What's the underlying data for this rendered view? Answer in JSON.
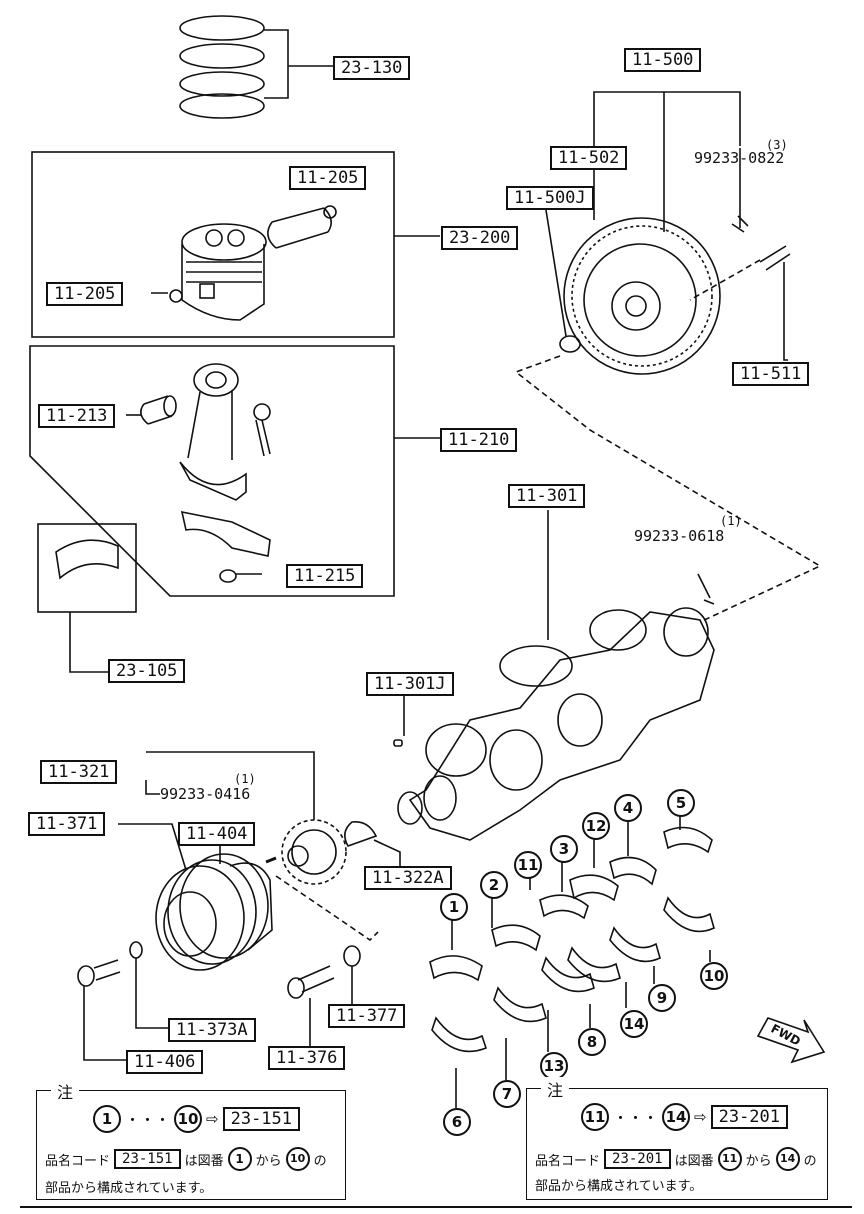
{
  "parts": {
    "p23_130": "23-130",
    "p11_500": "11-500",
    "p11_502": "11-502",
    "p99233_0822": "99233-0822",
    "p99233_0822_qty": "(3)",
    "p11_500j": "11-500J",
    "p11_205a": "11-205",
    "p11_205b": "11-205",
    "p23_200": "23-200",
    "p11_511": "11-511",
    "p11_213": "11-213",
    "p11_210": "11-210",
    "p11_301": "11-301",
    "p99233_0618": "99233-0618",
    "p99233_0618_qty": "(1)",
    "p11_215": "11-215",
    "p23_105": "23-105",
    "p11_301j": "11-301J",
    "p11_321": "11-321",
    "p99233_0416": "99233-0416",
    "p99233_0416_qty": "(1)",
    "p11_371": "11-371",
    "p11_404": "11-404",
    "p11_322a": "11-322A",
    "p11_373a": "11-373A",
    "p11_377": "11-377",
    "p11_376": "11-376",
    "p11_406": "11-406"
  },
  "callouts": [
    "1",
    "2",
    "3",
    "4",
    "5",
    "6",
    "7",
    "8",
    "9",
    "10",
    "11",
    "12",
    "13",
    "14"
  ],
  "fwd": "FWD",
  "notes": {
    "left": {
      "title": "注",
      "from": "1",
      "dots": "・・・",
      "to": "10",
      "arrow": "⇨",
      "code": "23-151",
      "line2_a": "品名コード",
      "line2_code": "23-151",
      "line2_b": "は図番",
      "line2_from": "1",
      "line2_c": "から",
      "line2_to": "10",
      "line2_d": "の",
      "line3": "部品から構成されています。"
    },
    "right": {
      "title": "注",
      "from": "11",
      "dots": "・・・",
      "to": "14",
      "arrow": "⇨",
      "code": "23-201",
      "line2_a": "品名コード",
      "line2_code": "23-201",
      "line2_b": "は図番",
      "line2_from": "11",
      "line2_c": "から",
      "line2_to": "14",
      "line2_d": "の",
      "line3": "部品から構成されています。"
    }
  }
}
